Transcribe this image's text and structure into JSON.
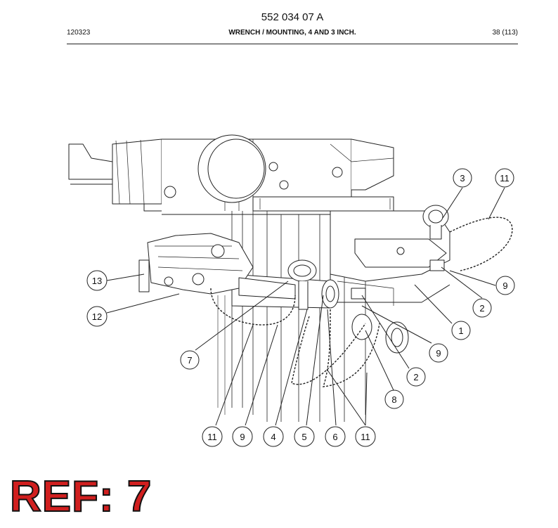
{
  "header": {
    "doc_number": "552 034 07 A",
    "code": "120323",
    "title": "WRENCH / MOUNTING, 4 AND 3 INCH.",
    "page": "38 (113)"
  },
  "callouts": [
    {
      "id": "c-3",
      "label": "3"
    },
    {
      "id": "c-11a",
      "label": "11"
    },
    {
      "id": "c-9a",
      "label": "9"
    },
    {
      "id": "c-2a",
      "label": "2"
    },
    {
      "id": "c-1",
      "label": "1"
    },
    {
      "id": "c-9b",
      "label": "9"
    },
    {
      "id": "c-2b",
      "label": "2"
    },
    {
      "id": "c-8",
      "label": "8"
    },
    {
      "id": "c-13",
      "label": "13"
    },
    {
      "id": "c-12",
      "label": "12"
    },
    {
      "id": "c-7",
      "label": "7"
    },
    {
      "id": "c-11b",
      "label": "11"
    },
    {
      "id": "c-9c",
      "label": "9"
    },
    {
      "id": "c-4",
      "label": "4"
    },
    {
      "id": "c-5",
      "label": "5"
    },
    {
      "id": "c-6",
      "label": "6"
    },
    {
      "id": "c-11c",
      "label": "11"
    }
  ],
  "ref": {
    "text": "REF: 7",
    "color": "#d11f1f"
  }
}
